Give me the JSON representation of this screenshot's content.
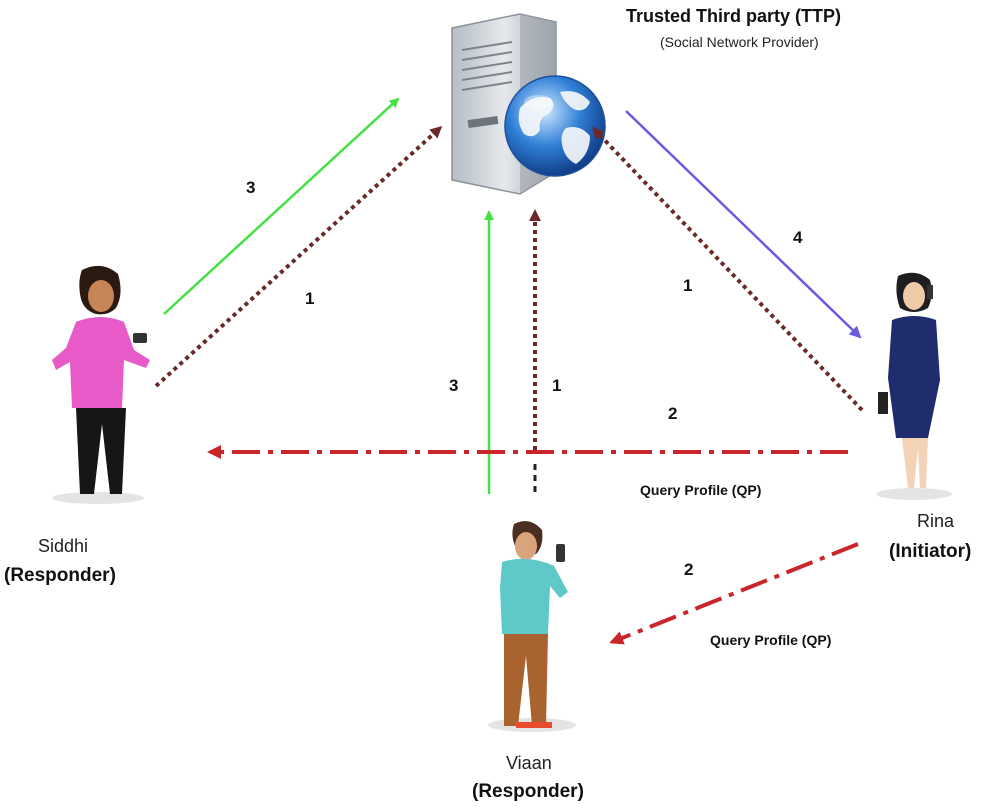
{
  "ttp": {
    "title": "Trusted Third party (TTP)",
    "subtitle": "(Social Network Provider)"
  },
  "actors": {
    "siddhi": {
      "name": "Siddhi",
      "role": "(Responder)"
    },
    "rina": {
      "name": "Rina",
      "role": "(Initiator)"
    },
    "viaan": {
      "name": "Viaan",
      "role": "(Responder)"
    }
  },
  "steps": {
    "siddhi_up_green": "3",
    "siddhi_up_dotted": "1",
    "ttp_to_rina": "4",
    "rina_up_dotted": "1",
    "viaan_up_green": "3",
    "viaan_up_dotted": "1",
    "rina_to_siddhi": "2",
    "rina_to_viaan": "2"
  },
  "query_labels": {
    "to_siddhi": "Query Profile (QP)",
    "to_viaan": "Query Profile (QP)"
  },
  "colors": {
    "green_arrow": "#44e044",
    "dotted_arrow": "#6b2a2a",
    "purple_arrow": "#6a5ae0",
    "query_arrow": "#c8262b"
  }
}
